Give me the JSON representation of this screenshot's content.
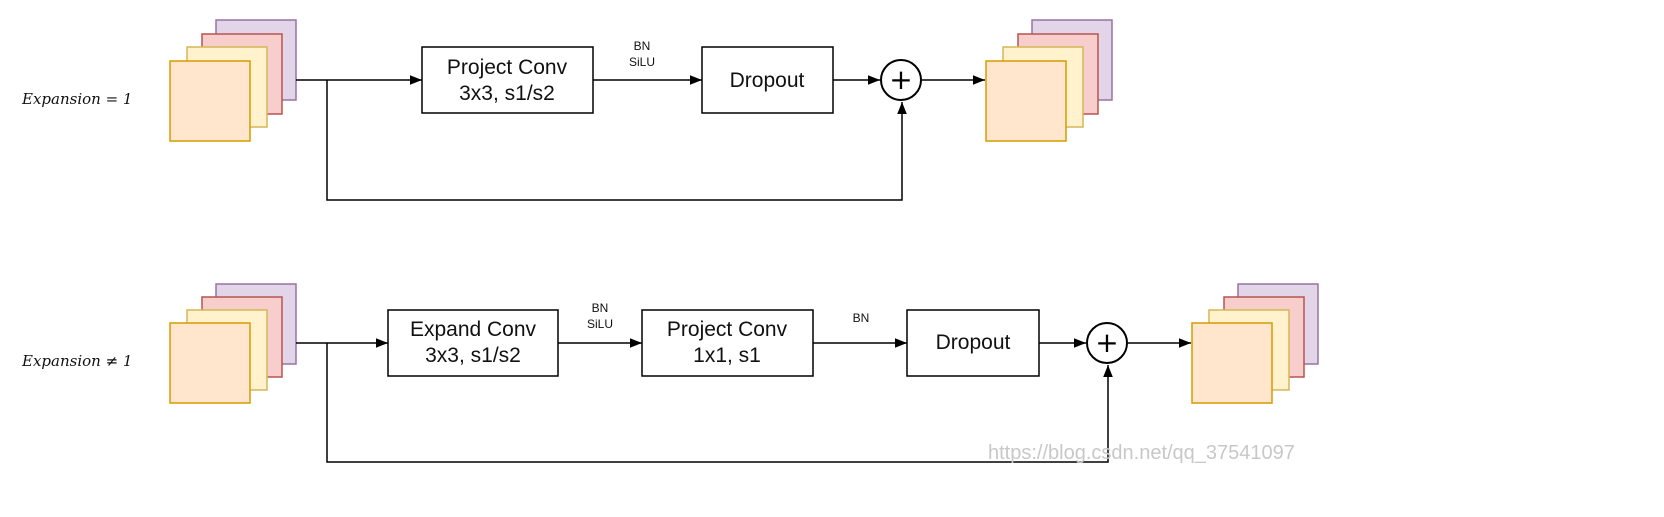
{
  "rows": [
    {
      "label": "Expansion = 1",
      "blocks": [
        {
          "line1": "Project Conv",
          "line2": "3x3, s1/s2"
        },
        {
          "line1": "Dropout",
          "line2": ""
        }
      ],
      "annotations": [
        {
          "line1": "BN",
          "line2": "SiLU"
        }
      ]
    },
    {
      "label": "Expansion ≠ 1",
      "blocks": [
        {
          "line1": "Expand Conv",
          "line2": "3x3, s1/s2"
        },
        {
          "line1": "Project Conv",
          "line2": "1x1, s1"
        },
        {
          "line1": "Dropout",
          "line2": ""
        }
      ],
      "annotations": [
        {
          "line1": "BN",
          "line2": "SiLU"
        },
        {
          "line1": "BN",
          "line2": ""
        }
      ]
    }
  ],
  "add_symbol": "+",
  "watermark": "https://blog.csdn.net/qq_37541097",
  "colors": {
    "stack_purple": "#e1d5e7",
    "stack_red": "#f8cecc",
    "stack_yellow": "#fff2cc",
    "stack_orange": "#ffe6cc",
    "stack_border_purple": "#9673a6",
    "stack_border_red": "#b85450",
    "stack_border_yellow": "#d6b656",
    "stack_border_orange": "#d79b00"
  }
}
